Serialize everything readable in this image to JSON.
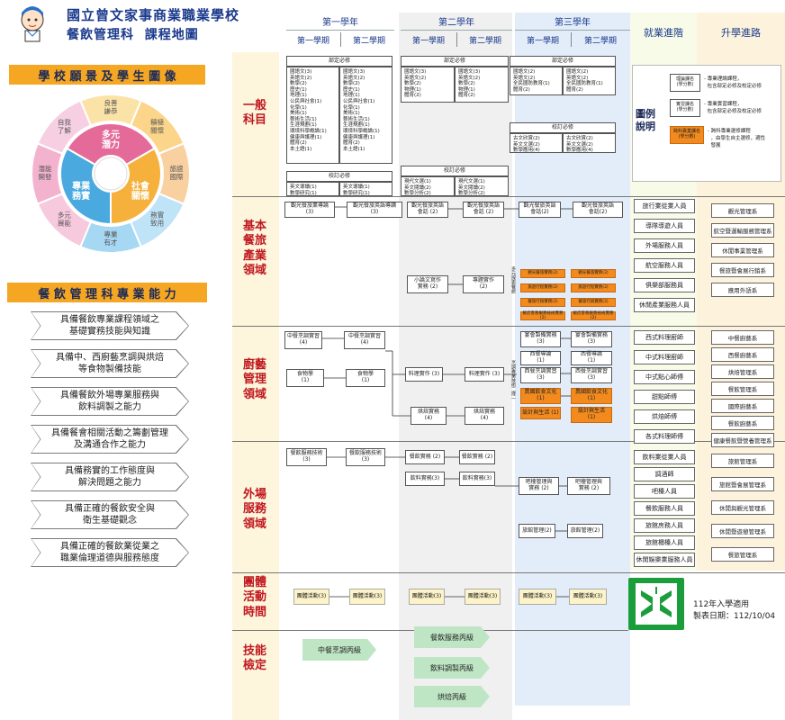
{
  "school": {
    "name": "國立曾文家事商業職業學校",
    "subtitle": "餐飲管理科  課程地圖"
  },
  "years": [
    {
      "label": "第一學年",
      "terms": [
        "第一學期",
        "第二學期"
      ]
    },
    {
      "label": "第二學年",
      "terms": [
        "第一學期",
        "第二學期"
      ]
    },
    {
      "label": "第三學年",
      "terms": [
        "第一學期",
        "第二學期"
      ]
    }
  ],
  "career_header": "就業進階",
  "advance_header": "升學進路",
  "vision_title": "學 校 願 景 及 學 生 圖 像",
  "wheel": {
    "outer": [
      "良善謙恭",
      "積極關懷",
      "旅誼國際",
      "務實致用",
      "專業有才",
      "多元展能",
      "潛能開發",
      "自我了解"
    ],
    "inner": [
      "多元潛力",
      "社會關懷",
      "專業務實"
    ],
    "colors": [
      "#f7c36b",
      "#f5a623",
      "#5ab4e5",
      "#f08bb0",
      "#8fd0f0"
    ]
  },
  "competency_title": "餐 飲 管 理 科 專 業 能 力",
  "competencies": [
    "具備餐飲專業課程領域之\n基礎實務技能與知識",
    "具備中、西廚藝烹調與烘焙\n等食物製備技能",
    "具備餐飲外場專業服務與\n飲料調製之能力",
    "具備餐會相關活動之籌劃管理\n及溝通合作之能力",
    "具備務實的工作態度與\n解決問題之能力",
    "具備正確的餐飲安全與\n衛生基礎觀念",
    "具備正確的餐飲業從業之\n職業倫理道德與服務態度"
  ],
  "domains": [
    "一般\n科目",
    "基本\n餐旅\n產業\n領域",
    "廚藝\n管理\n領域",
    "外場\n服務\n領域",
    "團體\n活動\n時間",
    "技能\n檢定"
  ],
  "general": {
    "req1_title": "部定必修",
    "req1_a": "國語文(3)\n英語文(2)\n數學(2)\n歷史(1)\n地理(1)\n公民與社會(1)\n化學(1)\n美術(1)\n藝術生活(1)\n生涯規劃(1)\n環境科學概論(1)\n健康與護理(1)\n體育(2)\n本土語(1)",
    "req1_b": "國語文(3)\n英語文(2)\n數學(2)\n歷史(1)\n地理(1)\n公民與社會(1)\n化學(1)\n美術(1)\n藝術生活(1)\n生涯規劃(1)\n環境科學概論(1)\n健康與護理(1)\n體育(2)\n本土語(1)",
    "req2_title": "部定必修",
    "req2_a": "國語文(3)\n英語文(2)\n數學(2)\n物理(1)\n體育(2)",
    "req2_b": "國語文(3)\n英語文(2)\n數學(2)\n物理(1)\n體育(2)",
    "req3_title": "部定必修",
    "req3_a": "國語文(2)\n英語文(2)\n全民國防教育(1)\n體育(2)",
    "req3_b": "國語文(2)\n英語文(2)\n全民國防教育(1)\n體育(2)",
    "sch1_title": "校訂必修",
    "sch1_a": "英文導讀(1)\n數學研究(1)",
    "sch1_b": "英文導讀(1)\n數學研究(1)",
    "sch2_title": "校訂必修",
    "sch2_a": "現代文選(1)\n英文閱讀(2)\n數學分析(2)",
    "sch2_b": "現代文選(1)\n英文閱讀(2)\n數學分析(2)",
    "sch3_title": "校訂必修",
    "sch3_a": "古文欣賞(2)\n英文文選(2)\n數學應用(4)",
    "sch3_b": "古文欣賞(2)\n英文文選(2)\n數學應用(4)"
  },
  "legend": {
    "title": "圖例\n說明",
    "items": [
      {
        "box": "理論課名\n(學分數)",
        "text": "- 專業理論課程，\n  包含部定必修及校定必修"
      },
      {
        "box": "實習課名\n(學分數)",
        "text": "- 專業實習課程，\n  包含部定必修及校定必修"
      },
      {
        "box": "跨科專業課名\n(學分數)",
        "text": "- 跨科專業選修課程\n  ，由學生自主選修，適性\n  發展"
      }
    ],
    "highlight": "跨科"
  },
  "basic": {
    "c1": "觀光餐旅業導論\n(3)",
    "c2": "觀光餐旅英語導讀\n(3)",
    "c3": "觀光餐旅英語\n會話 (2)",
    "c4": "觀光餐旅英語\n會話 (2)",
    "c5": "觀光餐旅英語\n會話(2)",
    "c6": "觀光餐旅英語\n會話(2)",
    "c7": "小論文寫作\n實務 (2)",
    "c8": "專題實作\n(2)",
    "side_label": "多元探索餐旅",
    "o1": "觀光餐旅實務(2)",
    "o2": "觀光餐旅實務(2)",
    "o3": "旅遊行程實務(2)",
    "o4": "旅遊行程實務(2)",
    "o5": "餐旅行銷實務(2)",
    "o6": "餐旅行銷實務(2)",
    "o7": "飯店客務服務技術實務(2)",
    "o8": "飯店客務服務技術實務(2)"
  },
  "kitchen": {
    "k1": "中餐烹調實習\n(4)",
    "k2": "中餐烹調實習\n(4)",
    "k3": "食物學\n(1)",
    "k4": "食物學\n(1)",
    "k5": "料理實作 (3)",
    "k6": "料理實作 (3)",
    "k7": "烘焙實務\n(4)",
    "k8": "烘焙實務\n(4)",
    "k9": "宴會製備實務\n(3)",
    "k10": "宴會製備實務\n(3)",
    "k11": "西餐導論\n(1)",
    "k12": "西餐導論\n(1)",
    "k13": "西餐烹調實習\n(3)",
    "k14": "西餐烹調實習\n(3)",
    "k15": "異國飲食文化\n(1)",
    "k16": "異國飲食文化\n(1)",
    "k17": "設計與生活 (1)",
    "k18": "設計與生活\n(1)",
    "side_label": "烹調專業技術二擇一"
  },
  "service": {
    "s1": "餐飲服務技術\n(3)",
    "s2": "餐飲服務技術\n(3)",
    "s3": "餐飲實務 (2)",
    "s4": "餐飲實務 (2)",
    "s5": "飲料實務(3)",
    "s6": "飲料實務(3)",
    "s7": "吧檯管理與\n實務 (2)",
    "s8": "吧檯管理與\n實務 (2)",
    "s9": "旅館管理(2)",
    "s10": "旅館管理(2)"
  },
  "activity": {
    "a1": "團體活動(3)",
    "a2": "團體活動(3)",
    "a3": "團體活動(3)",
    "a4": "團體活動(3)",
    "a5": "團體活動(3)",
    "a6": "團體活動(3)"
  },
  "skills": [
    "中餐烹調丙級",
    "餐飲服務丙級",
    "飲料調製丙級",
    "烘焙丙級"
  ],
  "jobs_basic": [
    "旅行業從業人員",
    "導隊導遊人員",
    "外場服務人員",
    "航空服務人員",
    "俱樂部服務員",
    "休閒產業服務人員"
  ],
  "jobs_kitchen": [
    "西式料理廚師",
    "中式料理廚師",
    "中式點心師傅",
    "甜點師傅",
    "烘焙師傅",
    "各式料理師傅"
  ],
  "jobs_service": [
    "飲料業從業人員",
    "調酒師",
    "吧檯人員",
    "餐飲服務人員",
    "旅館房務人員",
    "旅館櫃檯人員",
    "休閒娛樂業服務人員"
  ],
  "adv_basic": [
    "觀光管理系",
    "航空暨運輸服務管理系",
    "休閒事業管理系",
    "餐旅暨會展行銷系",
    "應用外語系"
  ],
  "adv_kitchen": [
    "中餐廚藝系",
    "西餐廚藝系",
    "烘焙管理系",
    "餐飲管理系",
    "國際廚藝系",
    "餐飲廚藝系",
    "健康餐飲暨營養管理系"
  ],
  "adv_service": [
    "旅館管理系",
    "旅館暨會展管理系",
    "休閒與觀光管理系",
    "休閒暨遊憩管理系",
    "餐旅管理系"
  ],
  "footer": {
    "year": "112年入學適用",
    "date": "製表日期：112/10/04"
  }
}
